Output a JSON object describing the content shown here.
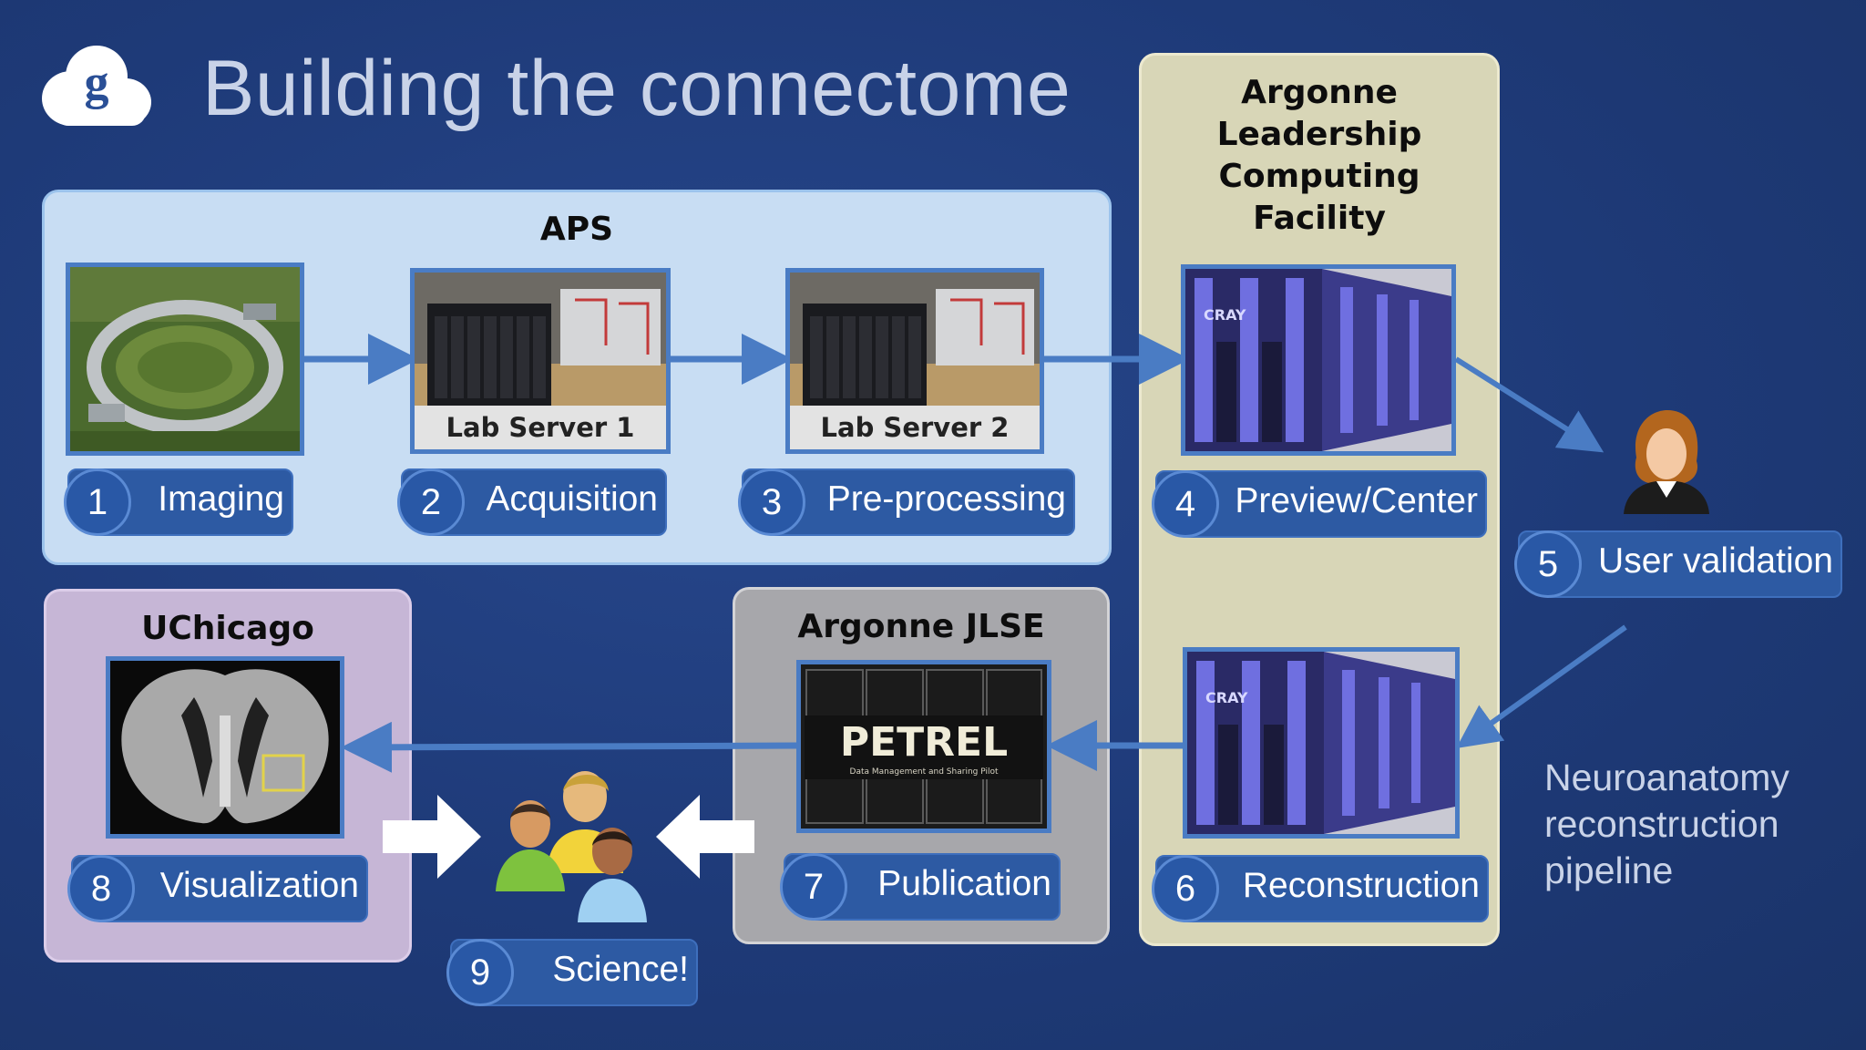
{
  "slide": {
    "title": "Building the connectome",
    "side_note": "Neuroanatomy\nreconstruction\npipeline"
  },
  "panels": {
    "aps": "APS",
    "alcf": "Argonne\nLeadership\nComputing\nFacility",
    "uchicago": "UChicago",
    "jlse": "Argonne JLSE"
  },
  "captions": {
    "lab_server_1": "Lab Server 1",
    "lab_server_2": "Lab Server 2",
    "petrel": "PETREL",
    "petrel_sub": "Data Management and Sharing Pilot",
    "cray": "CRAY"
  },
  "steps": [
    {
      "num": "1",
      "label": "Imaging"
    },
    {
      "num": "2",
      "label": "Acquisition"
    },
    {
      "num": "3",
      "label": "Pre-processing"
    },
    {
      "num": "4",
      "label": "Preview/Center"
    },
    {
      "num": "5",
      "label": "User validation"
    },
    {
      "num": "6",
      "label": "Reconstruction"
    },
    {
      "num": "7",
      "label": "Publication"
    },
    {
      "num": "8",
      "label": "Visualization"
    },
    {
      "num": "9",
      "label": "Science!"
    }
  ],
  "colors": {
    "background": "#1e3a78",
    "accent": "#4a7cc4",
    "step_fill": "#2d5aa3",
    "aps_panel": "#c8ddf3",
    "alcf_panel": "#d8d6b7",
    "uchicago_panel": "#c6b6d6",
    "jlse_panel": "#a7a7ab"
  }
}
